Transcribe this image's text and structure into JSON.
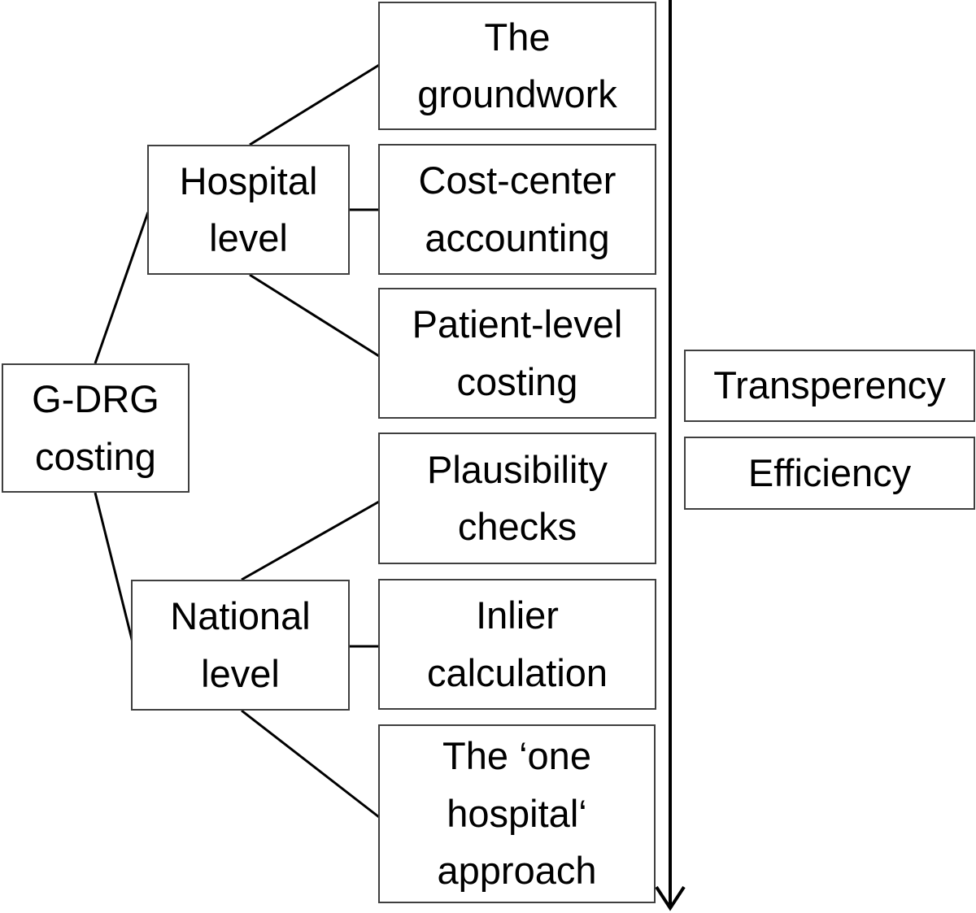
{
  "diagram": {
    "title": "G-DRG costing process diagram",
    "root": {
      "id": "g-drg-costing",
      "label": "G-DRG\ncosting"
    },
    "levels": [
      {
        "id": "hospital-level",
        "label": "Hospital\nlevel"
      },
      {
        "id": "national-level",
        "label": "National\nlevel"
      }
    ],
    "steps": [
      {
        "id": "the-groundwork",
        "label": "The\ngroundwork",
        "parent": "hospital-level"
      },
      {
        "id": "cost-center-accounting",
        "label": "Cost-center\naccounting",
        "parent": "hospital-level"
      },
      {
        "id": "patient-level-costing",
        "label": "Patient-level\ncosting",
        "parent": "hospital-level"
      },
      {
        "id": "plausibility-checks",
        "label": "Plausibility\nchecks",
        "parent": "national-level"
      },
      {
        "id": "inlier-calculation",
        "label": "Inlier\ncalculation",
        "parent": "national-level"
      },
      {
        "id": "one-hospital-approach",
        "label": "The ‘one\nhospital‘\napproach",
        "parent": "national-level"
      }
    ],
    "outcomes": [
      {
        "id": "transperency",
        "label": "Transperency"
      },
      {
        "id": "efficiency",
        "label": "Efficiency"
      }
    ],
    "edges": [
      {
        "from": "g-drg-costing",
        "to": "hospital-level"
      },
      {
        "from": "g-drg-costing",
        "to": "national-level"
      },
      {
        "from": "hospital-level",
        "to": "the-groundwork"
      },
      {
        "from": "hospital-level",
        "to": "cost-center-accounting"
      },
      {
        "from": "hospital-level",
        "to": "patient-level-costing"
      },
      {
        "from": "national-level",
        "to": "plausibility-checks"
      },
      {
        "from": "national-level",
        "to": "inlier-calculation"
      },
      {
        "from": "national-level",
        "to": "one-hospital-approach"
      }
    ],
    "arrow": {
      "direction": "down",
      "meaning": "process flow"
    },
    "colors": {
      "background": "#ffffff",
      "box_border": "#3f3f3f",
      "text": "#000000",
      "line": "#000000"
    }
  }
}
